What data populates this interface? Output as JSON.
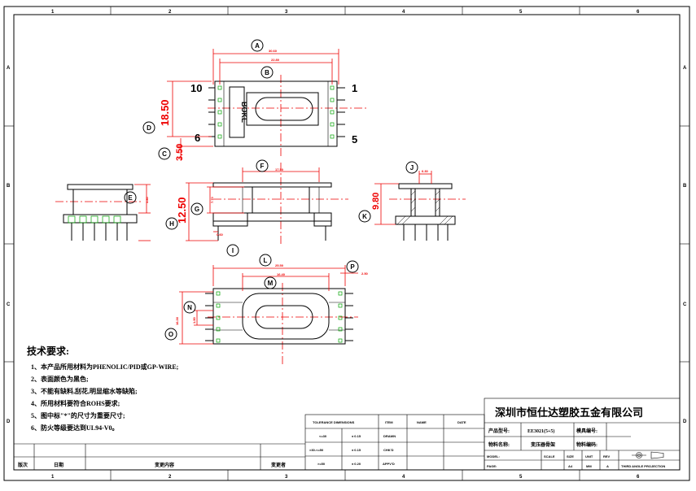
{
  "zones": {
    "columns": [
      "1",
      "2",
      "3",
      "4",
      "5",
      "6"
    ],
    "rows": [
      "A",
      "B",
      "C",
      "D"
    ]
  },
  "callouts": {
    "A": "A",
    "B": "B",
    "C": "C",
    "D": "D",
    "E": "E",
    "F": "F",
    "G": "G",
    "H": "H",
    "I": "I",
    "J": "J",
    "K": "K",
    "L": "L",
    "M": "M",
    "N": "N",
    "O": "O",
    "P": "P"
  },
  "pins": {
    "p10": "10",
    "p1": "1",
    "p6": "6",
    "p5": "5"
  },
  "logo_text": "BOKE",
  "dimensions": {
    "A": "30.60",
    "B": "22.80",
    "D": "18.50",
    "C": "3.50",
    "E": "3.80",
    "F": "17.50",
    "G": "7.70",
    "H": "12.50",
    "I": "0.60",
    "J": "6.30",
    "K": "9.80",
    "L": "25.50",
    "M": "16.40",
    "N": "1.50",
    "O": "16.30",
    "P": "2.50"
  },
  "notes": {
    "heading": "技术要求:",
    "items": [
      "1、本产品所用材料为PHENOLIC/PID或GP-WIRE;",
      "2、表面颜色为黑色;",
      "3、不能有缺料,刮花,明显缩水等缺陷;",
      "4、所用材料要符合ROHS要求;",
      "5、图中标\"*\"的尺寸为重要尺寸;",
      "6、防火等级要达到UL94-V0。"
    ]
  },
  "revision_table": {
    "rev": "版次",
    "date": "日期",
    "content": "变更内容",
    "changer": "变更者"
  },
  "tolerance_table": {
    "header": "TOLERANCE DIMENSIONS",
    "rows": [
      {
        "range": "<=30",
        "tol": "± 0.15"
      },
      {
        "range": ">30-<=50",
        "tol": "± 0.15"
      },
      {
        "range": ">=50",
        "tol": "± 0.20"
      }
    ],
    "items": [
      "ITEM",
      "DRAWN",
      "CHK'D",
      "APPV'D"
    ],
    "name": "NAME",
    "date": "DATE"
  },
  "title_block": {
    "company": "深圳市恒仕达塑胶五金有限公司",
    "model_label": "产品型号:",
    "model_value": "EE3021(5+5)",
    "mold_label": "模具编号:",
    "mold_value": "",
    "part_label": "物料名称:",
    "part_value": "变压器骨架",
    "code_label": "物料编码:",
    "code_value": "",
    "model2_label": "MODEL:",
    "scale": "SCALE",
    "size": "SIZE",
    "unit": "UNIT",
    "rev": "REV",
    "size_value": "A4",
    "unit_value": "MM",
    "rev_value": "A",
    "page_label": "PAGE:",
    "projection_note": "THIRD ANGLE PROJECTION"
  }
}
